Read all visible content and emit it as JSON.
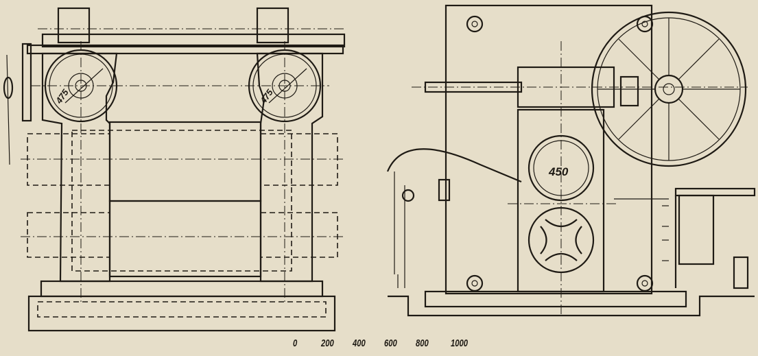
{
  "drawing": {
    "front_view": {
      "roll_diameter_left": "475",
      "roll_diameter_right": "475"
    },
    "side_view": {
      "roll_diameter": "450"
    },
    "scale_bar": {
      "ticks": [
        "0",
        "200",
        "400",
        "600",
        "800",
        "1000"
      ]
    }
  }
}
